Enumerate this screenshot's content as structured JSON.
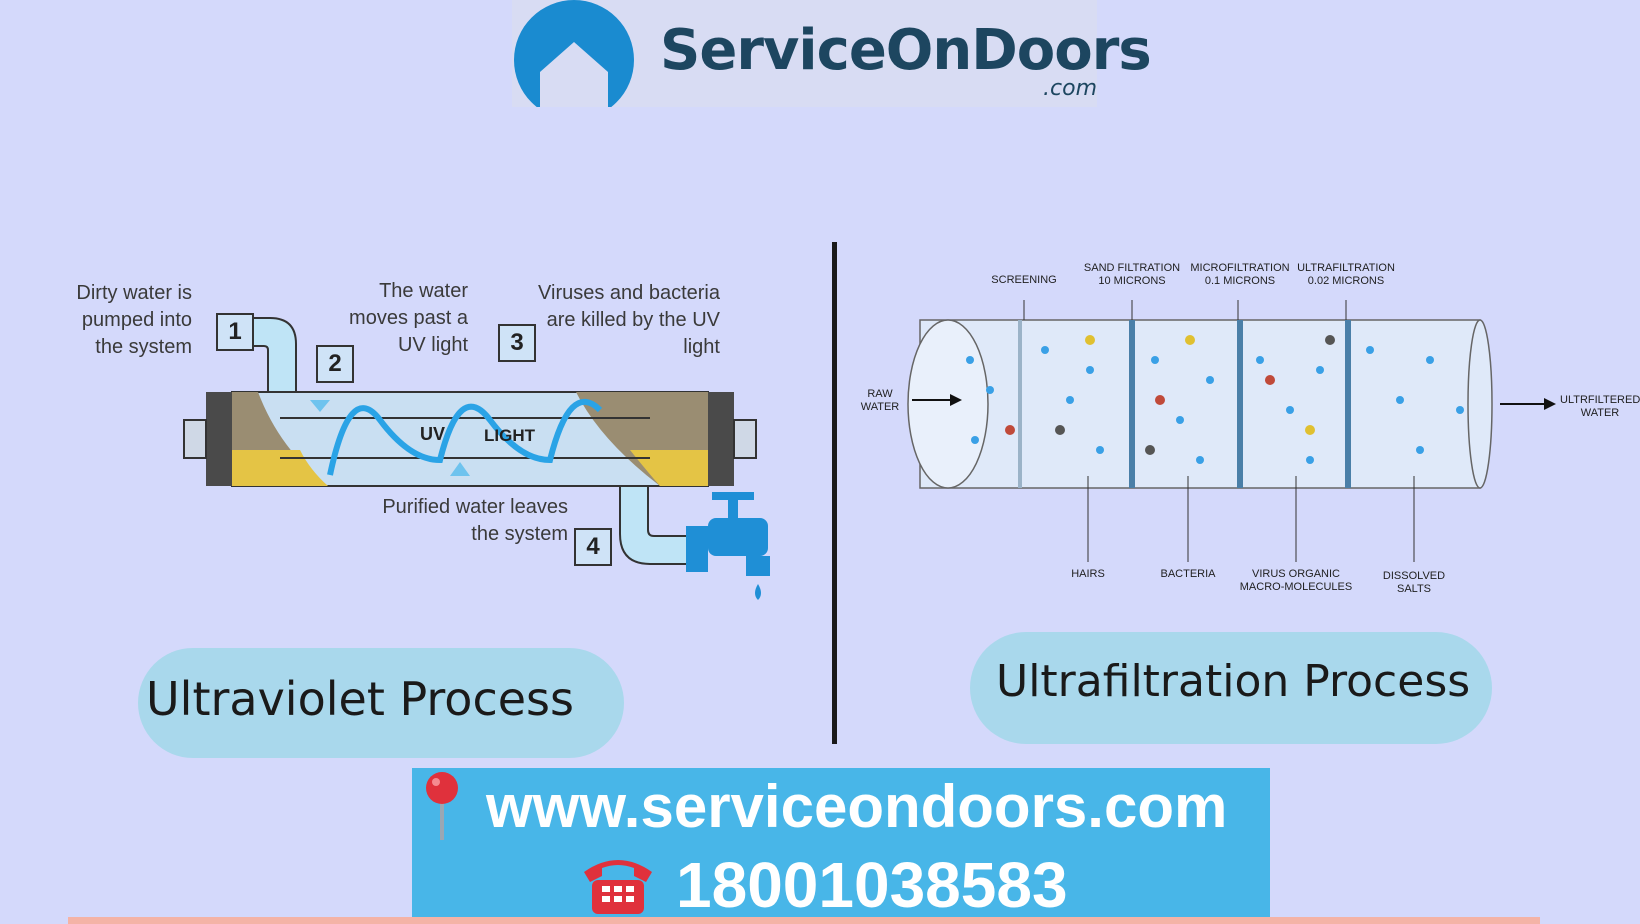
{
  "logo": {
    "text": "ServiceOnDoors",
    "suffix": ".com",
    "color": "#1d4660",
    "mark_color": "#1a8bd0"
  },
  "uv_diagram": {
    "steps": [
      {
        "number": "1",
        "text": "Dirty water is\npumped into\nthe system"
      },
      {
        "number": "2",
        "text": ""
      },
      {
        "number": "3",
        "text": "Viruses and bacteria\nare killed by the UV\nlight"
      },
      {
        "number": "4",
        "text": "Purified water leaves\nthe system"
      }
    ],
    "water_note": "The water\nmoves past a\nUV light",
    "lamp_label_1": "UV",
    "lamp_label_2": "LIGHT"
  },
  "uf_diagram": {
    "inlet": "RAW\nWATER",
    "outlet": "ULTRFILTERED\nWATER",
    "stages_top": [
      "SCREENING",
      "SAND FILTRATION\n10 MICRONS",
      "MICROFILTRATION\n0.1 MICRONS",
      "ULTRAFILTRATION\n0.02 MICRONS"
    ],
    "stages_bottom": [
      "HAIRS",
      "BACTERIA",
      "VIRUS ORGANIC\nMACRO-MOLECULES",
      "DISSOLVED\nSALTS"
    ]
  },
  "labels": {
    "uv": "Ultraviolet Process",
    "uf": "Ultrafiltration Process"
  },
  "footer": {
    "url": "www.serviceondoors.com",
    "phone": "18001038583",
    "pin_icon": "pin-icon",
    "phone_icon": "telephone-icon",
    "bg_color": "#48b6e8"
  }
}
